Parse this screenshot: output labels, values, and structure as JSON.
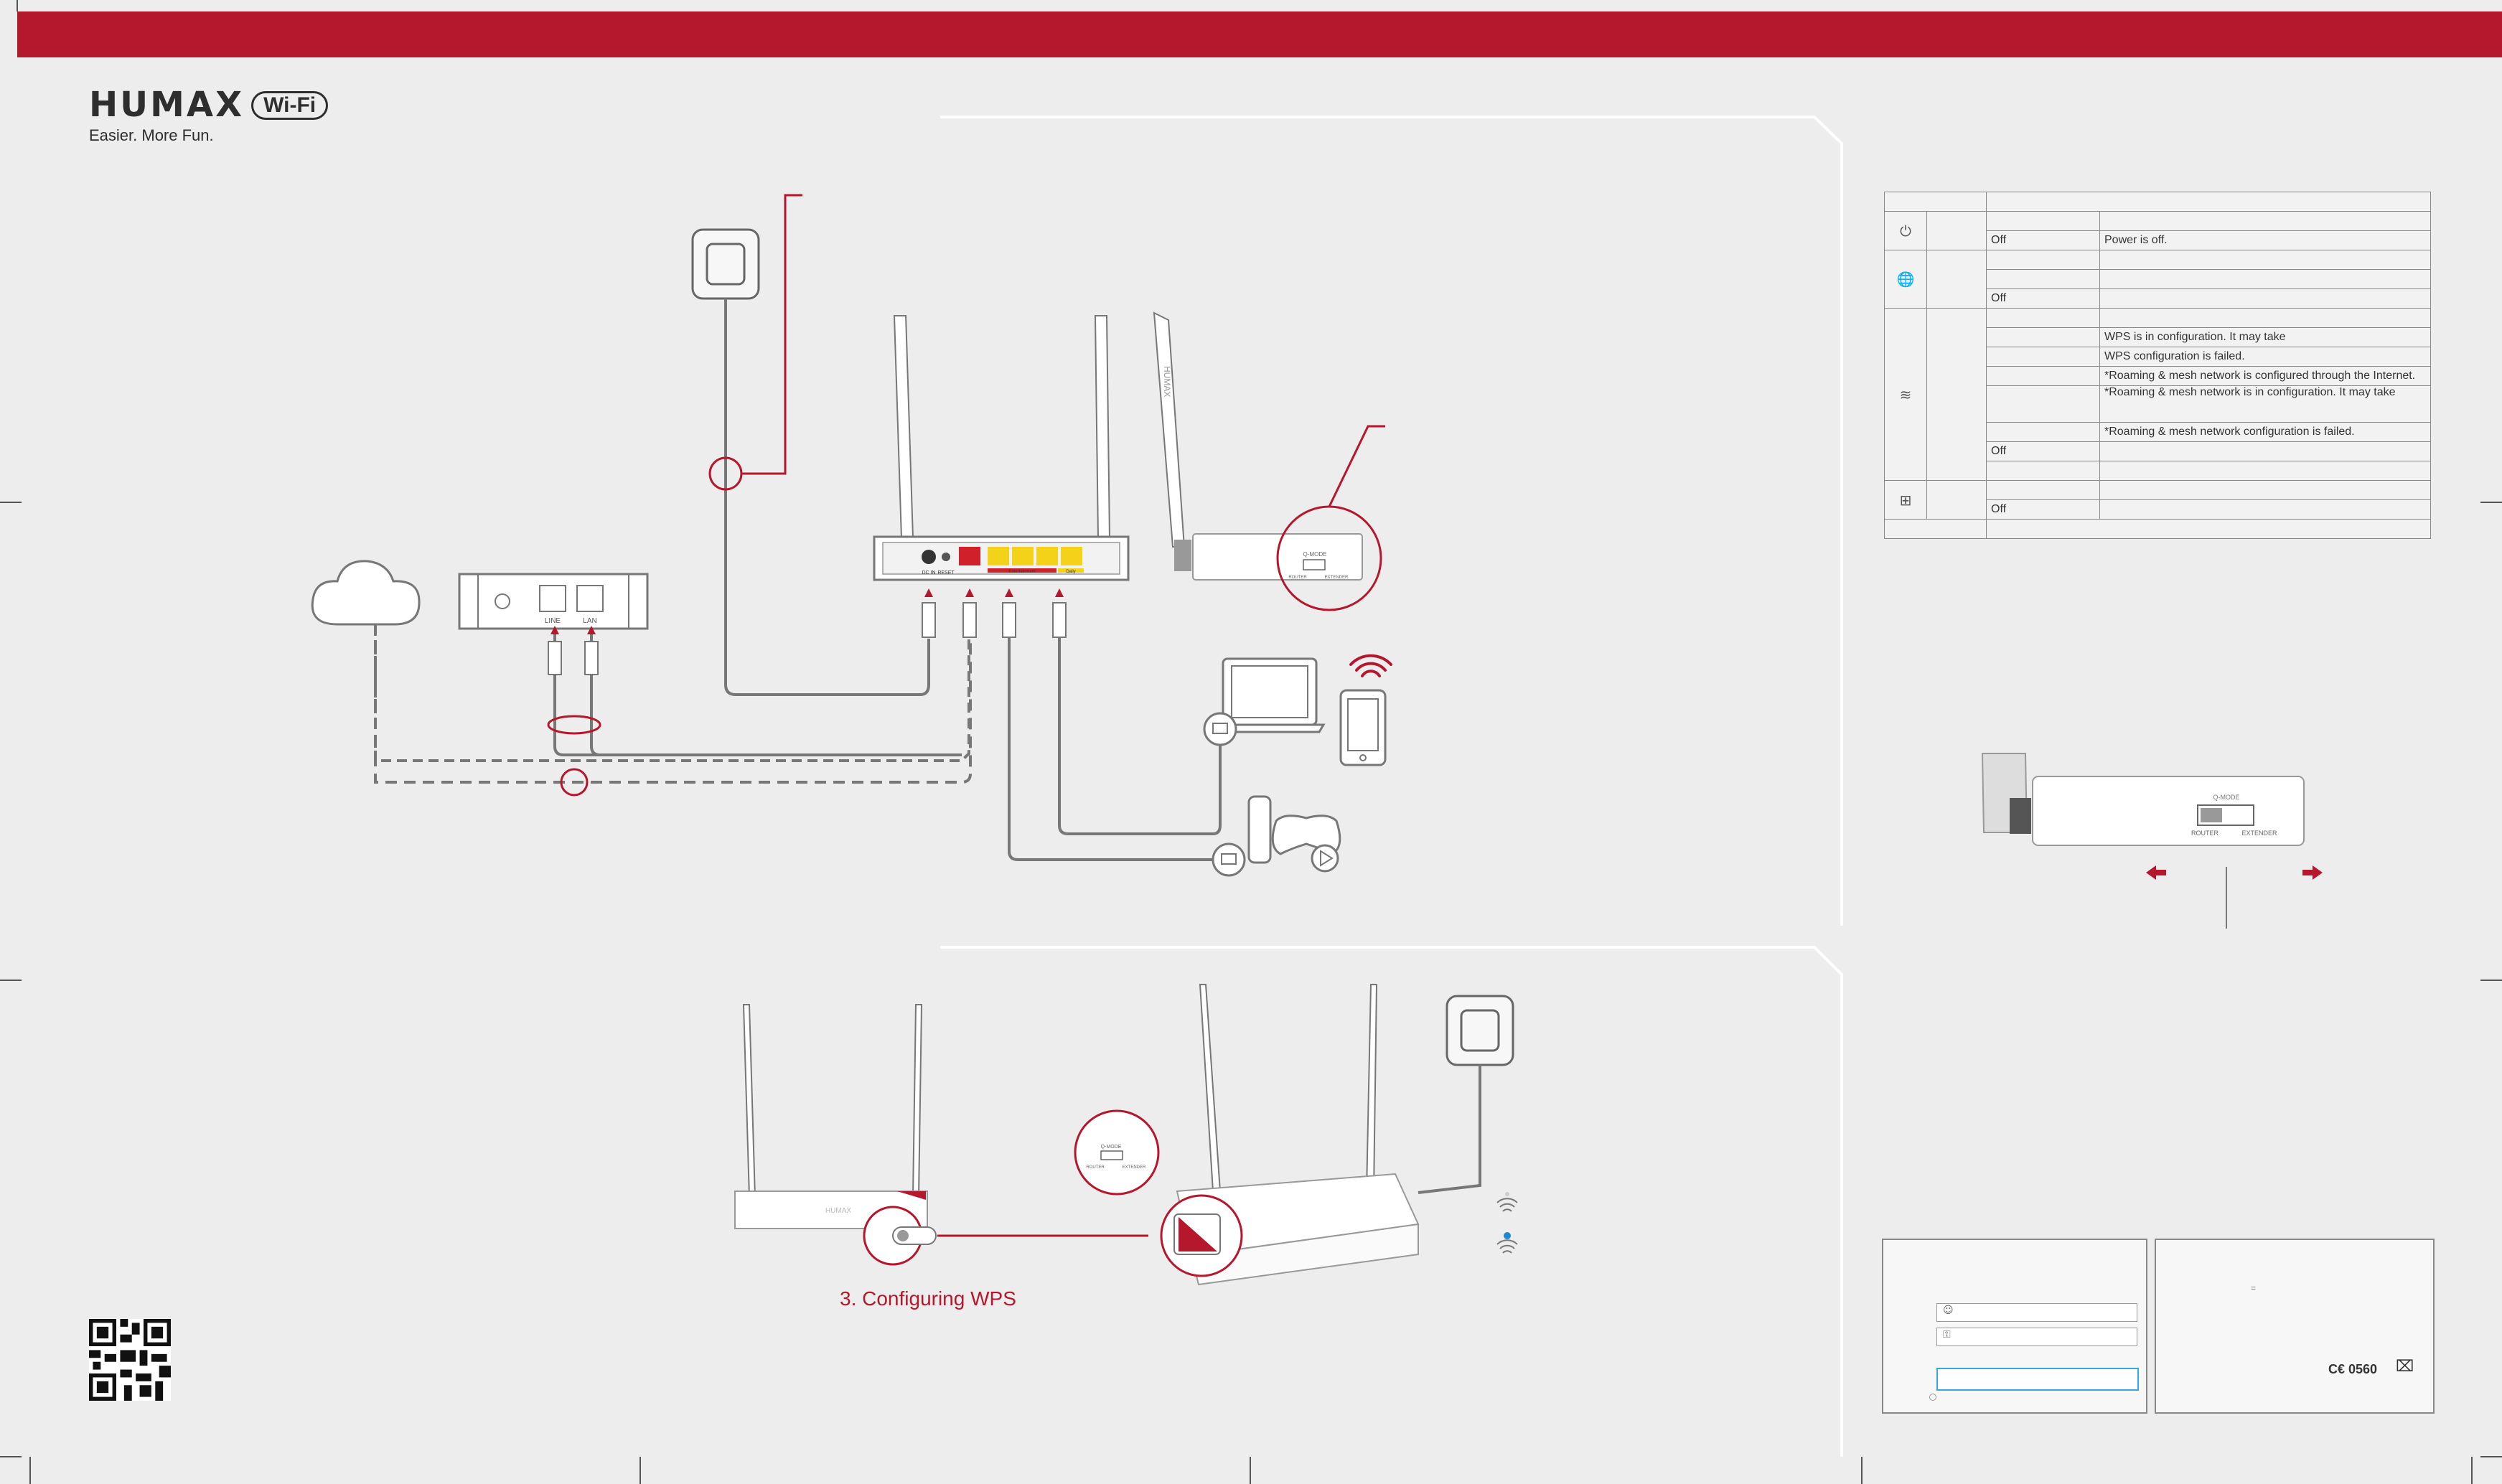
{
  "brand": {
    "name": "HUMAX",
    "badge": "Wi-Fi",
    "tagline": "Easier. More Fun."
  },
  "diagram": {
    "router_labels": {
      "dc_in": "DC IN",
      "reset": "RESET",
      "entertainment": "Entertainment",
      "daily": "Daily"
    },
    "modem_ports": {
      "line": "LINE",
      "lan": "LAN"
    },
    "mode_switch": {
      "title": "Q-MODE",
      "router": "ROUTER",
      "extender": "EXTENDER"
    },
    "router_brand_vertical": "HUMAX",
    "wps_router_brand": "HUMAX"
  },
  "led_table": {
    "icons": [
      "power-icon",
      "globe-icon",
      "wifi-icon",
      "lan-icon"
    ],
    "rows": [
      {
        "state": "Off",
        "desc": "Power is off."
      },
      {
        "state": "Off",
        "desc": ""
      },
      {
        "state": "",
        "desc": "WPS is in configuration. It may take"
      },
      {
        "state": "",
        "desc": "WPS configuration is failed."
      },
      {
        "state": "",
        "desc": "*Roaming & mesh network is configured through the Internet."
      },
      {
        "state": "",
        "desc": "*Roaming & mesh network is in configuration. It may take"
      },
      {
        "state": "",
        "desc": "*Roaming & mesh network configuration is failed."
      },
      {
        "state": "Off",
        "desc": ""
      },
      {
        "state": "Off",
        "desc": ""
      }
    ]
  },
  "wps_caption": "3. Configuring WPS",
  "certification": {
    "ce": "C€ 0560"
  },
  "colors": {
    "brand_red": "#b5172c",
    "port_red": "#d0202a",
    "port_yellow": "#f4d21a",
    "login_blue": "#36a9df"
  }
}
